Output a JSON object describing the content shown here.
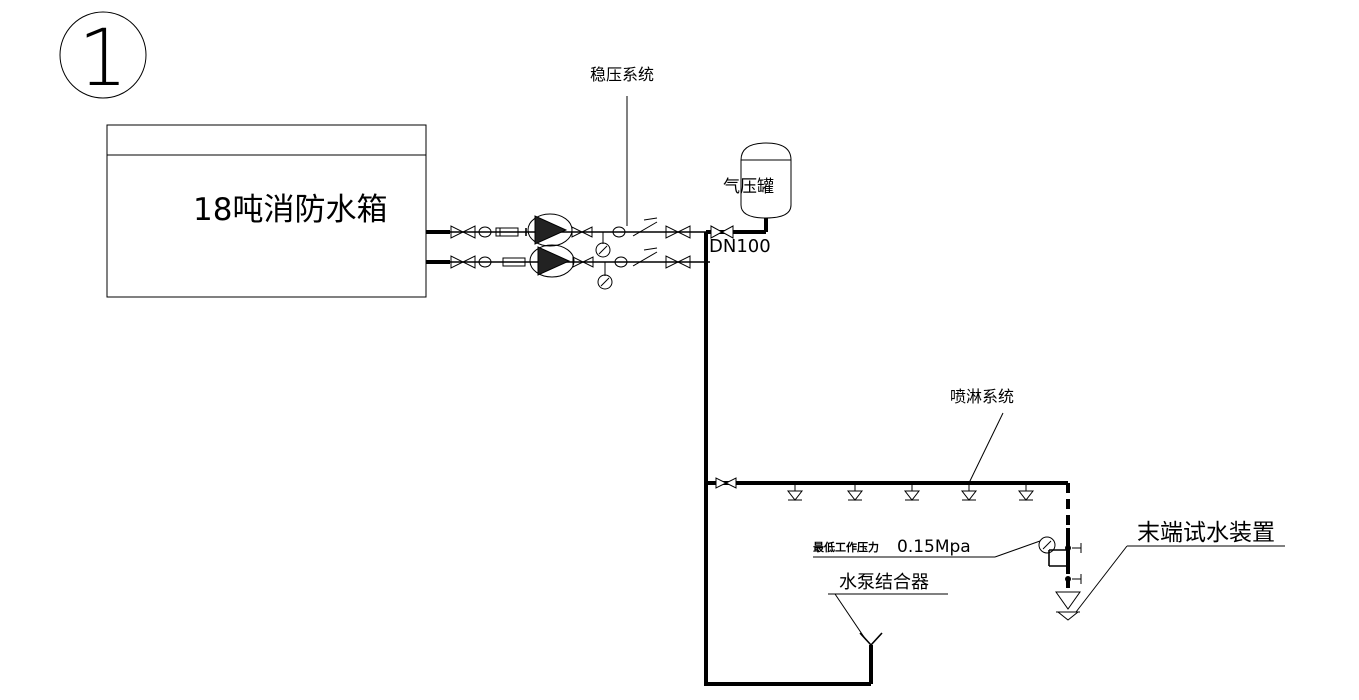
{
  "diagram": {
    "number_badge": "1",
    "tank_label": "18吨消防水箱",
    "stabilizer_label": "稳压系统",
    "pressure_tank_label": "气压罐",
    "pipe_size_label": "DN100",
    "sprinkler_label": "喷淋系统",
    "min_pressure_label": "最低工作压力",
    "min_pressure_value": "0.15Mpa",
    "test_device_label": "末端试水装置",
    "pump_adapter_label": "水泵结合器"
  }
}
